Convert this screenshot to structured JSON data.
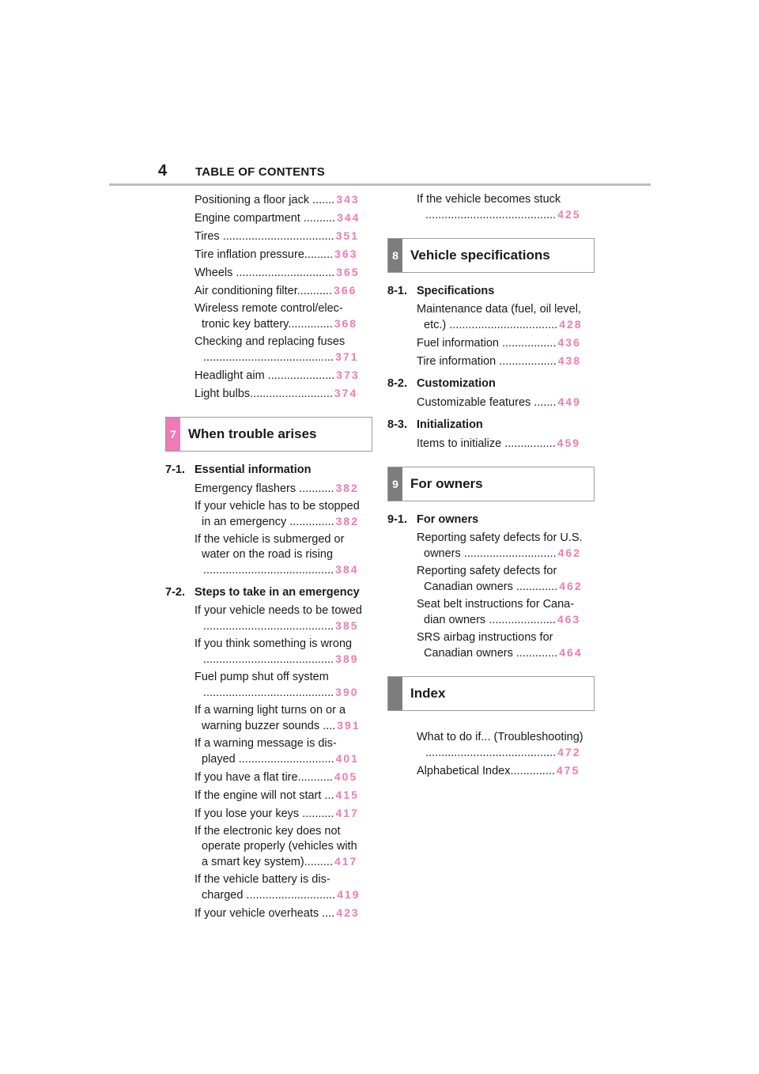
{
  "header": {
    "page_number": "4",
    "title": "TABLE OF CONTENTS"
  },
  "left": {
    "top_entries": [
      {
        "lines": [
          "Positioning a floor jack ......."
        ],
        "page": "343"
      },
      {
        "lines": [
          "Engine compartment .........."
        ],
        "page": "344"
      },
      {
        "lines": [
          "Tires ..................................."
        ],
        "page": "351"
      },
      {
        "lines": [
          "Tire inflation pressure........."
        ],
        "page": "363"
      },
      {
        "lines": [
          "Wheels ..............................."
        ],
        "page": "365"
      },
      {
        "lines": [
          "Air conditioning filter..........."
        ],
        "page": "366"
      },
      {
        "lines": [
          "Wireless remote control/elec-",
          "tronic key battery.............."
        ],
        "page": "368"
      },
      {
        "lines": [
          "Checking and replacing fuses",
          "........................................."
        ],
        "page": "371"
      },
      {
        "lines": [
          "Headlight aim ....................."
        ],
        "page": "373"
      },
      {
        "lines": [
          "Light bulbs.........................."
        ],
        "page": "374"
      }
    ],
    "section7": {
      "number": "7",
      "title": "When trouble arises"
    },
    "sub71": {
      "num": "7-1.",
      "title": "Essential information"
    },
    "entries71": [
      {
        "lines": [
          "Emergency flashers ..........."
        ],
        "page": "382"
      },
      {
        "lines": [
          "If your vehicle has to be stopped",
          "in an emergency .............."
        ],
        "page": "382"
      },
      {
        "lines": [
          "If the vehicle is submerged or",
          "water on the road is rising",
          "........................................."
        ],
        "page": "384"
      }
    ],
    "sub72": {
      "num": "7-2.",
      "title": "Steps to take in an emergency"
    },
    "entries72": [
      {
        "lines": [
          "If your vehicle needs to be towed",
          "........................................."
        ],
        "page": "385"
      },
      {
        "lines": [
          "If you think something is wrong",
          "........................................."
        ],
        "page": "389"
      },
      {
        "lines": [
          "Fuel pump shut off system",
          "........................................."
        ],
        "page": "390"
      },
      {
        "lines": [
          "If a warning light turns on or a",
          "warning buzzer sounds ...."
        ],
        "page": "391"
      },
      {
        "lines": [
          "If a warning message is dis-",
          "played .............................."
        ],
        "page": "401"
      },
      {
        "lines": [
          "If you have a flat tire..........."
        ],
        "page": "405"
      },
      {
        "lines": [
          "If the engine will not start ..."
        ],
        "page": "415"
      },
      {
        "lines": [
          "If you lose your keys .........."
        ],
        "page": "417"
      },
      {
        "lines": [
          "If the electronic key does not",
          "operate properly (vehicles with",
          "a smart key system)........."
        ],
        "page": "417"
      },
      {
        "lines": [
          "If the vehicle battery is dis-",
          "charged ............................"
        ],
        "page": "419"
      },
      {
        "lines": [
          "If your vehicle overheats ...."
        ],
        "page": "423"
      }
    ]
  },
  "right": {
    "top_entries": [
      {
        "lines": [
          "If the vehicle becomes stuck",
          "........................................."
        ],
        "page": "425"
      }
    ],
    "section8": {
      "number": "8",
      "title": "Vehicle specifications"
    },
    "sub81": {
      "num": "8-1.",
      "title": "Specifications"
    },
    "entries81": [
      {
        "lines": [
          "Maintenance data (fuel, oil level,",
          "etc.) .................................."
        ],
        "page": "428"
      },
      {
        "lines": [
          "Fuel information ................."
        ],
        "page": "436"
      },
      {
        "lines": [
          "Tire information .................."
        ],
        "page": "438"
      }
    ],
    "sub82": {
      "num": "8-2.",
      "title": "Customization"
    },
    "entries82": [
      {
        "lines": [
          "Customizable features ......."
        ],
        "page": "449"
      }
    ],
    "sub83": {
      "num": "8-3.",
      "title": "Initialization"
    },
    "entries83": [
      {
        "lines": [
          "Items to initialize ................"
        ],
        "page": "459"
      }
    ],
    "section9": {
      "number": "9",
      "title": "For owners"
    },
    "sub91": {
      "num": "9-1.",
      "title": "For owners"
    },
    "entries91": [
      {
        "lines": [
          "Reporting safety defects for U.S.",
          "owners ............................."
        ],
        "page": "462"
      },
      {
        "lines": [
          "Reporting safety defects for",
          "Canadian owners ............."
        ],
        "page": "462"
      },
      {
        "lines": [
          "Seat belt instructions for Cana-",
          "dian owners ....................."
        ],
        "page": "463"
      },
      {
        "lines": [
          "SRS airbag instructions for",
          "Canadian owners ............."
        ],
        "page": "464"
      }
    ],
    "sectionIndex": {
      "number": "",
      "title": "Index"
    },
    "entriesIndex": [
      {
        "lines": [
          "What to do if... (Troubleshooting)",
          "........................................."
        ],
        "page": "472"
      },
      {
        "lines": [
          "Alphabetical Index.............."
        ],
        "page": "475"
      }
    ]
  }
}
